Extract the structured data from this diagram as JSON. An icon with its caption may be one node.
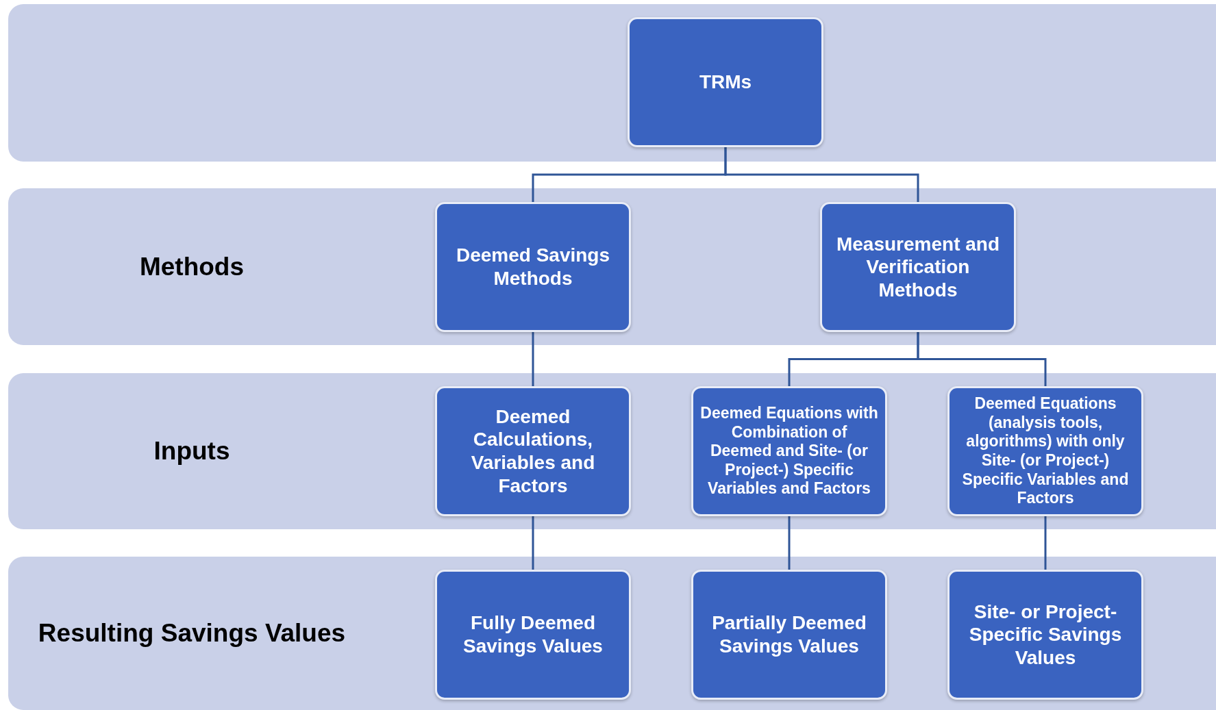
{
  "diagram": {
    "nodes": [
      {
        "text": [],
        "shape": "band"
      },
      {
        "text": [
          "TRMs"
        ],
        "in": 0
      },
      {
        "text": [
          "Methods"
        ]
      },
      {
        "text": [
          "Deemed Savings Methods"
        ],
        "in": 2
      },
      {
        "text": [
          "Measurement and Verification Methods"
        ],
        "in": 2
      },
      {
        "text": [
          "Inputs"
        ]
      },
      {
        "text": [
          "Deemed Calculations, Variables and Factors"
        ],
        "in": 5
      },
      {
        "text": [
          "Deemed Equations with Combination of Deemed and Site- (or Project-) Specific Variables and Factors"
        ],
        "in": 5
      },
      {
        "text": [
          "Deemed Equations (analysis tools, algorithms) with only Site- (or Project-) Specific Variables and Factors"
        ],
        "in": 5
      },
      {
        "text": [
          "Resulting Savings Values"
        ]
      },
      {
        "text": [
          "Fully Deemed Savings Values"
        ],
        "in": 9
      },
      {
        "text": [
          "Partially Deemed Savings Values"
        ],
        "in": 9
      },
      {
        "text": [
          "Site- or Project-Specific Savings Values"
        ],
        "in": 9
      }
    ],
    "edges": [
      {
        "from": 1,
        "to": 3,
        "arrow": "none"
      },
      {
        "from": 1,
        "to": 4,
        "arrow": "none"
      },
      {
        "from": 3,
        "to": 6,
        "arrow": "none"
      },
      {
        "from": 4,
        "to": 7,
        "arrow": "none"
      },
      {
        "from": 4,
        "to": 8,
        "arrow": "none"
      },
      {
        "from": 6,
        "to": 10,
        "arrow": "none"
      },
      {
        "from": 7,
        "to": 11,
        "arrow": "none"
      },
      {
        "from": 8,
        "to": 12,
        "arrow": "none"
      }
    ]
  }
}
